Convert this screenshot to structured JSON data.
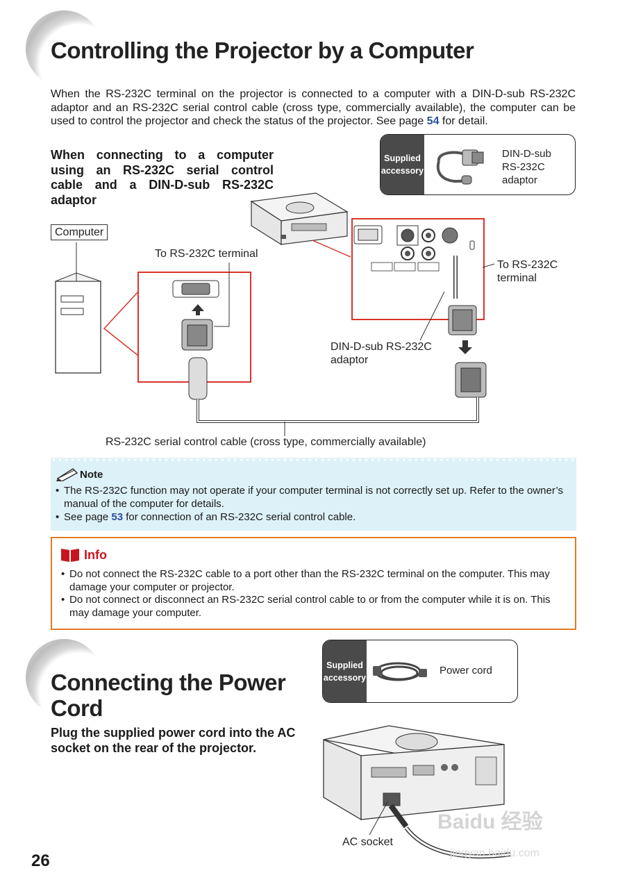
{
  "section1": {
    "title": "Controlling the Projector by a Computer",
    "intro_before": "When the RS-232C terminal on the projector is connected to a computer with a DIN-D-sub RS-232C adaptor and an RS-232C serial control cable (cross type, commercially available), the computer can be used to control the projector and check the status of the projector. See page ",
    "intro_page": "54",
    "intro_after": " for detail.",
    "subheading": "When connecting to a computer using an RS-232C serial control cable and a DIN-D-sub RS-232C adaptor",
    "accessory": {
      "tag": "Supplied accessory",
      "label": "DIN-D-sub RS-232C adaptor"
    },
    "diagram": {
      "computer": "Computer",
      "to_rs232c_left": "To RS-232C terminal",
      "to_rs232c_right": "To RS-232C terminal",
      "din_adaptor": "DIN-D-sub RS-232C adaptor",
      "cable": "RS-232C serial control cable (cross type, commercially available)"
    }
  },
  "note": {
    "title": "Note",
    "items": [
      {
        "text": "The RS-232C function may not operate if your computer terminal is not correctly set up. Refer to the owner’s manual of the computer for details."
      },
      {
        "before": "See page ",
        "page": "53",
        "after": " for connection of an RS-232C serial control cable."
      }
    ]
  },
  "info": {
    "title": "Info",
    "items": [
      "Do not connect the RS-232C cable to a port other than the RS-232C terminal on the computer. This may damage your computer or projector.",
      "Do not connect or disconnect an RS-232C serial control cable to or from the computer while it is on. This may damage your computer."
    ]
  },
  "section2": {
    "title": "Connecting the Power Cord",
    "subheading": "Plug the supplied power cord into the AC socket on the rear of the projector.",
    "accessory": {
      "tag": "Supplied accessory",
      "label": "Power cord"
    },
    "diagram": {
      "ac_socket": "AC socket"
    }
  },
  "page_number": "26",
  "watermark": "Baidu 经验 jingyan.baidu.com",
  "colors": {
    "link": "#2b4fa0",
    "note_bg": "#ddf1f8",
    "info_border": "#e37a22",
    "info_title": "#c8151d",
    "callout": "#d9332b"
  }
}
